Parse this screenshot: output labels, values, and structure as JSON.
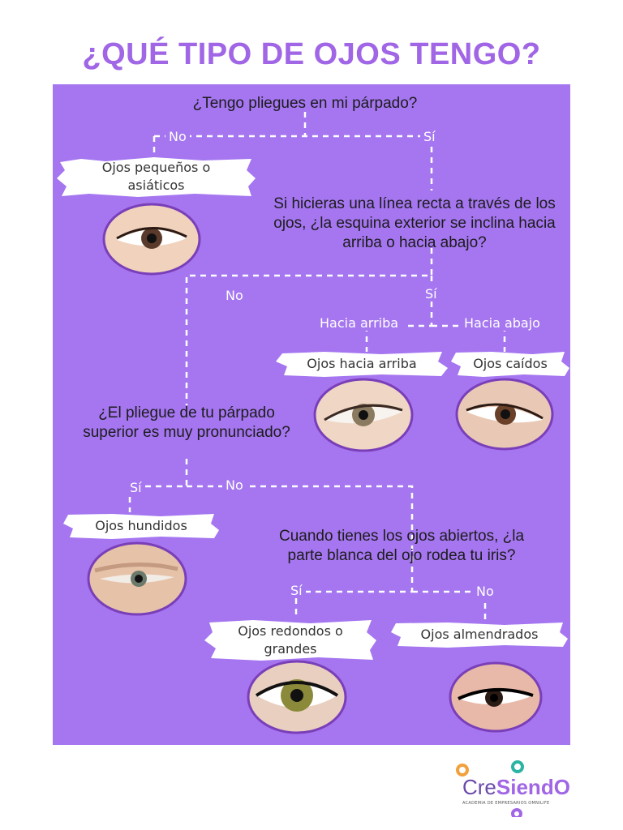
{
  "title": "¿QUÉ TIPO DE OJOS TENGO?",
  "questions": {
    "q1": "¿Tengo pliegues en mi párpado?",
    "q2": "Si hicieras una línea recta a través de los ojos, ¿la esquina exterior se inclina hacia arriba o hacia abajo?",
    "q3": "¿El pliegue de tu párpado superior es muy pronunciado?",
    "q4": "Cuando tienes los ojos abiertos, ¿la parte blanca del ojo rodea tu iris?"
  },
  "branch_labels": {
    "q1_no": "No",
    "q1_si": "Sí",
    "q2_no": "No",
    "q2_si": "Sí",
    "up": "Hacia arriba",
    "down": "Hacia abajo",
    "q3_si": "Sí",
    "q3_no": "No",
    "q4_si": "Sí",
    "q4_no": "No"
  },
  "results": {
    "asian": "Ojos pequeños o asiáticos",
    "upturned": "Ojos hacia arriba",
    "downturned": "Ojos caídos",
    "hooded": "Ojos hundidos",
    "round": "Ojos redondos o grandes",
    "almond": "Ojos almendrados"
  },
  "logo": {
    "brand_a": "Cre",
    "brand_b": "SiendO",
    "sub": "ACADEMIA DE EMPRESARIOS OMNILIFE"
  },
  "colors": {
    "title": "#a066e6",
    "panel": "#a576f0",
    "line": "#ffffff",
    "eye_frame": "#7a3fb8"
  },
  "icons": [
    "eye-photo",
    "logo-ring"
  ]
}
